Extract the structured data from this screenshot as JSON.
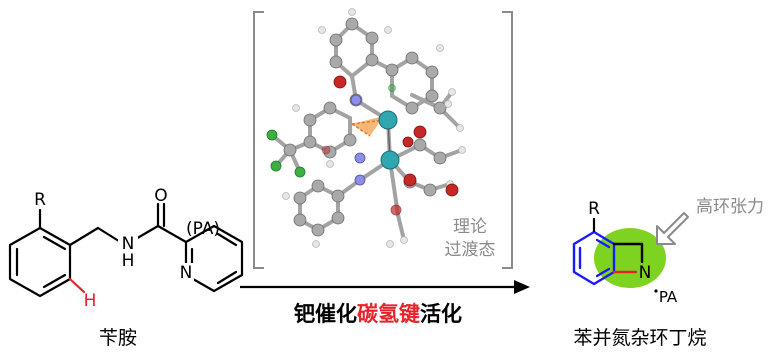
{
  "left_molecule": {
    "r_group": "R",
    "atom_o": "O",
    "atom_nh_n": "N",
    "atom_nh_h": "H",
    "atom_n_pyridine": "N",
    "atom_h_red": "H",
    "pa_label": "(PA)",
    "name": "苄胺"
  },
  "middle": {
    "ts_label_line1": "理论",
    "ts_label_line2": "过渡态"
  },
  "reaction": {
    "condition_part1": "钯催化",
    "condition_highlight": "碳氢键",
    "condition_part3": "活化"
  },
  "right_molecule": {
    "r_group": "R",
    "atom_n": "N",
    "pa_label": "PA",
    "strain_label": "高环张力",
    "name": "苯并氮杂环丁烷"
  },
  "colors": {
    "highlight_red": "#e8202a",
    "benzene_blue": "#1a1aff",
    "ring_red": "#e8202a",
    "strain_green": "#7ed321",
    "gray_text": "#8a8a8a",
    "pd_teal": "#2fa6b0"
  }
}
